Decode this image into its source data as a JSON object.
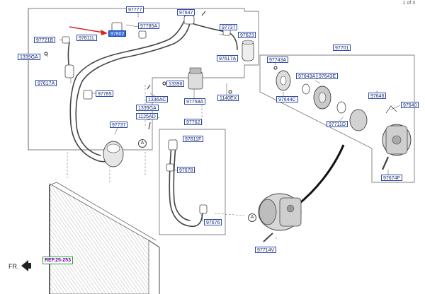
{
  "page_indicator": "1 of 3",
  "front_label": "FR.",
  "ref_label": "REF.25-253",
  "ref_marker": "A",
  "parts": {
    "p97777": "97777",
    "p97647": "97647",
    "p97785a": "97785A",
    "p97802": "97802",
    "p97737_top": "97737",
    "p97623": "97623",
    "p97721b": "97721B",
    "p97811l": "97811L",
    "p1339ga_left": "1339GA",
    "p97617a_right": "97617A",
    "p97617a_left": "97617A",
    "p97785": "97785",
    "p13396": "13396",
    "p97758a": "97758A",
    "p1140ex": "1140EX",
    "p1336ac": "1336AC",
    "p1339ga_mid": "1339GA",
    "p1125ad": "1125AD",
    "p97737_left": "97737",
    "p97762": "97762",
    "p97811f": "97811F",
    "p97678": "97678",
    "p97676": "97676",
    "p97714v": "97714V",
    "p97701": "97701",
    "p97743a": "97743A",
    "p97643a": "97643A",
    "p97643e": "97643E",
    "p97644c": "97644C",
    "p97646": "97646",
    "p97640": "97640",
    "p97711d": "97711D",
    "p97674f": "97674F"
  },
  "highlight_color": "#2f6be0",
  "arrow_color": "#e02020"
}
